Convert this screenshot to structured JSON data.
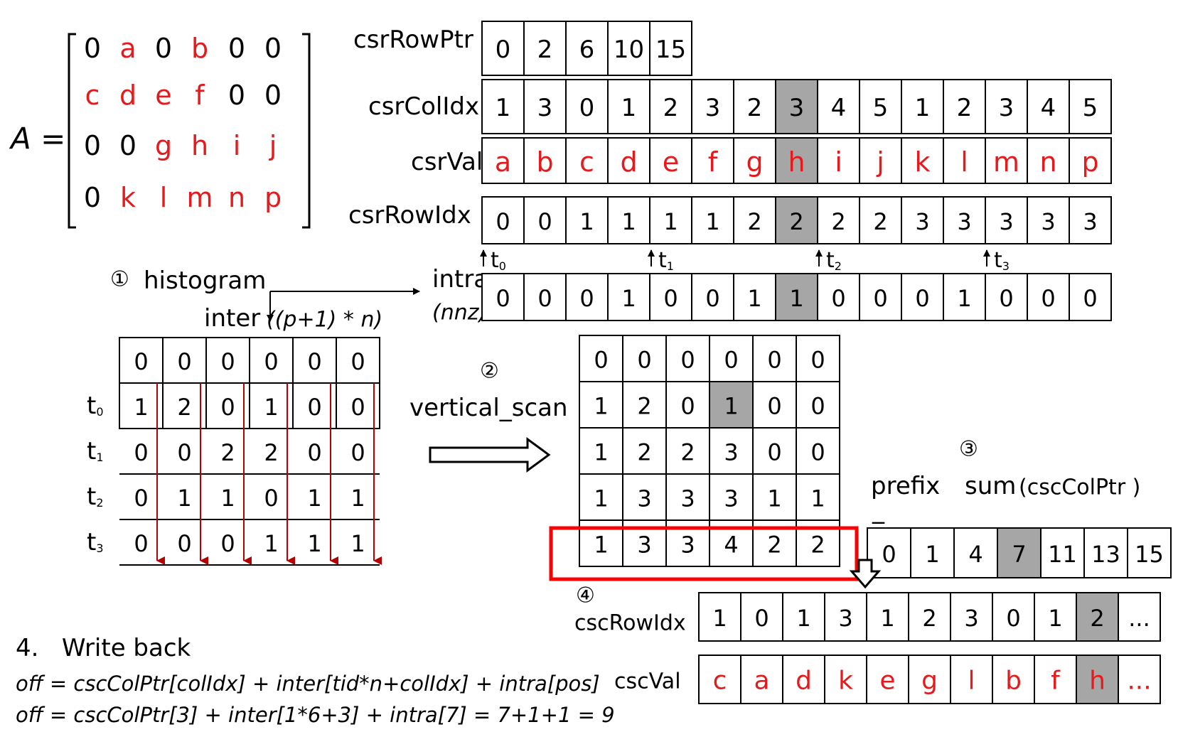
{
  "colors": {
    "black": "#000000",
    "red": "#e41a1c",
    "dark_red": "#b30000",
    "highlight": "#a6a6a6",
    "box_red": "#ff0000"
  },
  "matrix": {
    "label": "A =",
    "rows": [
      [
        {
          "v": "0",
          "red": false
        },
        {
          "v": "a",
          "red": true
        },
        {
          "v": "0",
          "red": false
        },
        {
          "v": "b",
          "red": true
        },
        {
          "v": "0",
          "red": false
        },
        {
          "v": "0",
          "red": false
        }
      ],
      [
        {
          "v": "c",
          "red": true
        },
        {
          "v": "d",
          "red": true
        },
        {
          "v": "e",
          "red": true
        },
        {
          "v": "f",
          "red": true
        },
        {
          "v": "0",
          "red": false
        },
        {
          "v": "0",
          "red": false
        }
      ],
      [
        {
          "v": "0",
          "red": false
        },
        {
          "v": "0",
          "red": false
        },
        {
          "v": "g",
          "red": true
        },
        {
          "v": "h",
          "red": true
        },
        {
          "v": "i",
          "red": true
        },
        {
          "v": "j",
          "red": true
        }
      ],
      [
        {
          "v": "0",
          "red": false
        },
        {
          "v": "k",
          "red": true
        },
        {
          "v": "l",
          "red": true
        },
        {
          "v": "m",
          "red": true
        },
        {
          "v": "n",
          "red": true
        },
        {
          "v": "p",
          "red": true
        }
      ]
    ]
  },
  "csr": {
    "row_ptr": {
      "label": "csrRowPtr =",
      "values": [
        "0",
        "2",
        "6",
        "10",
        "15"
      ]
    },
    "col_idx": {
      "label": "csrColIdx =",
      "values": [
        "1",
        "3",
        "0",
        "1",
        "2",
        "3",
        "2",
        "3",
        "4",
        "5",
        "1",
        "2",
        "3",
        "4",
        "5"
      ],
      "highlight": 7
    },
    "val": {
      "label": "csrVal =",
      "values": [
        "a",
        "b",
        "c",
        "d",
        "e",
        "f",
        "g",
        "h",
        "i",
        "j",
        "k",
        "l",
        "m",
        "n",
        "p"
      ],
      "highlight": 7
    },
    "row_idx": {
      "label": "csrRowIdx =",
      "values": [
        "0",
        "0",
        "1",
        "1",
        "1",
        "1",
        "2",
        "2",
        "2",
        "2",
        "3",
        "3",
        "3",
        "3",
        "3"
      ],
      "highlight": 7
    }
  },
  "threads": {
    "markers": [
      "t0",
      "t1",
      "t2",
      "t3"
    ],
    "positions": [
      0,
      4,
      8,
      12
    ],
    "letter": "t",
    "subs": [
      "0",
      "1",
      "2",
      "3"
    ]
  },
  "intra": {
    "label": "intra",
    "sublabel": "(nnz)",
    "values": [
      "0",
      "0",
      "0",
      "1",
      "0",
      "0",
      "1",
      "1",
      "0",
      "0",
      "0",
      "1",
      "0",
      "0",
      "0"
    ],
    "highlight": 7
  },
  "step1": {
    "number": "①",
    "title": "histogram",
    "inter_label": "inter",
    "inter_size": "((p+1) * n)"
  },
  "inter_table": {
    "rows": [
      [
        "0",
        "0",
        "0",
        "0",
        "0",
        "0"
      ],
      [
        "1",
        "2",
        "0",
        "1",
        "0",
        "0"
      ],
      [
        "0",
        "0",
        "2",
        "2",
        "0",
        "0"
      ],
      [
        "0",
        "1",
        "1",
        "0",
        "1",
        "1"
      ],
      [
        "0",
        "0",
        "0",
        "1",
        "1",
        "1"
      ]
    ],
    "row_labels": [
      "",
      "t",
      "t",
      "t",
      "t"
    ],
    "row_label_subs": [
      "",
      "0",
      "1",
      "2",
      "3"
    ]
  },
  "step2": {
    "number": "②",
    "title": "vertical_scan"
  },
  "scan_table": {
    "rows": [
      [
        "0",
        "0",
        "0",
        "0",
        "0",
        "0"
      ],
      [
        "1",
        "2",
        "0",
        "1",
        "0",
        "0"
      ],
      [
        "1",
        "2",
        "2",
        "3",
        "0",
        "0"
      ],
      [
        "1",
        "3",
        "3",
        "3",
        "1",
        "1"
      ],
      [
        "1",
        "3",
        "3",
        "4",
        "2",
        "2"
      ]
    ],
    "highlight_row": 1,
    "highlight_col": 3
  },
  "step3": {
    "number": "③",
    "title_a": "prefix",
    "title_b": "sum",
    "title_c": "(cscColPtr )",
    "underscore": "_",
    "values": [
      "0",
      "1",
      "4",
      "7",
      "11",
      "13",
      "15"
    ],
    "highlight": 3
  },
  "step4": {
    "number": "④",
    "row_idx_label": "cscRowIdx",
    "row_idx": [
      "1",
      "0",
      "1",
      "3",
      "1",
      "2",
      "3",
      "0",
      "1",
      "2",
      "..."
    ],
    "row_idx_highlight": 9,
    "val_label": "cscVal",
    "val": [
      "c",
      "a",
      "d",
      "k",
      "e",
      "g",
      "l",
      "b",
      "f",
      "h",
      "..."
    ],
    "val_highlight": 9
  },
  "writeback": {
    "title": "4.   Write back",
    "formula1": "off = cscColPtr[colIdx] + inter[tid*n+colIdx] + intra[pos]",
    "formula2": "off = cscColPtr[3] + inter[1*6+3] + intra[7] = 7+1+1 = 9"
  }
}
